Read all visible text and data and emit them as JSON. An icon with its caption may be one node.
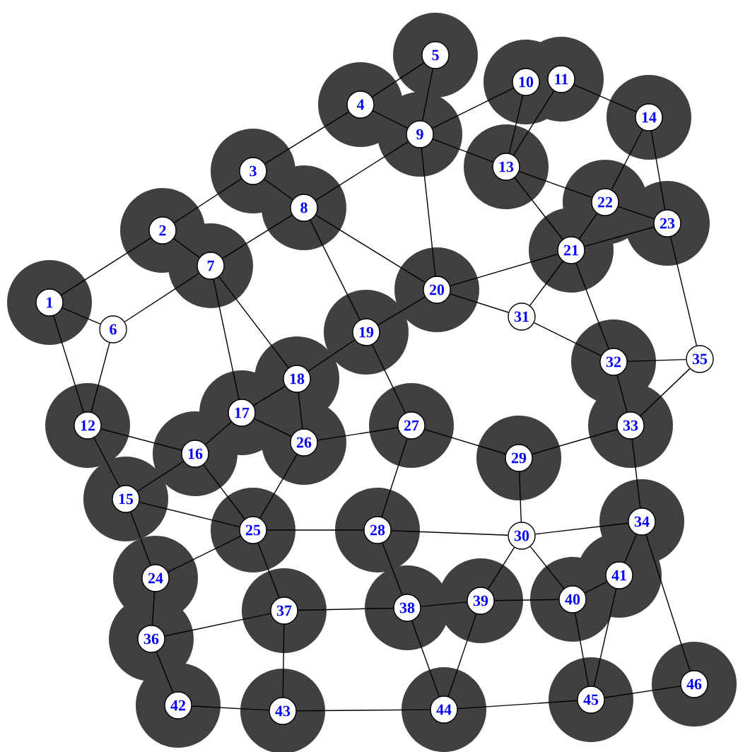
{
  "diagram": {
    "nodes": [
      {
        "text": [
          "1"
        ]
      },
      {
        "text": [
          "2"
        ]
      },
      {
        "text": [
          "3"
        ]
      },
      {
        "text": [
          "4"
        ]
      },
      {
        "text": [
          "5"
        ]
      },
      {
        "text": [
          "6"
        ]
      },
      {
        "text": [
          "7"
        ]
      },
      {
        "text": [
          "8"
        ]
      },
      {
        "text": [
          "9"
        ]
      },
      {
        "text": [
          "10"
        ]
      },
      {
        "text": [
          "11"
        ]
      },
      {
        "text": [
          "12"
        ]
      },
      {
        "text": [
          "13"
        ]
      },
      {
        "text": [
          "14"
        ]
      },
      {
        "text": [
          "15"
        ]
      },
      {
        "text": [
          "16"
        ]
      },
      {
        "text": [
          "17"
        ]
      },
      {
        "text": [
          "18"
        ]
      },
      {
        "text": [
          "19"
        ]
      },
      {
        "text": [
          "20"
        ]
      },
      {
        "text": [
          "21"
        ]
      },
      {
        "text": [
          "22"
        ]
      },
      {
        "text": [
          "23"
        ]
      },
      {
        "text": [
          "24"
        ]
      },
      {
        "text": [
          "25"
        ]
      },
      {
        "text": [
          "26"
        ]
      },
      {
        "text": [
          "27"
        ]
      },
      {
        "text": [
          "28"
        ]
      },
      {
        "text": [
          "29"
        ]
      },
      {
        "text": [
          "30"
        ]
      },
      {
        "text": [
          "31"
        ]
      },
      {
        "text": [
          "32"
        ]
      },
      {
        "text": [
          "33"
        ]
      },
      {
        "text": [
          "34"
        ]
      },
      {
        "text": [
          "35"
        ]
      },
      {
        "text": [
          "36"
        ]
      },
      {
        "text": [
          "37"
        ]
      },
      {
        "text": [
          "38"
        ]
      },
      {
        "text": [
          "39"
        ]
      },
      {
        "text": [
          "40"
        ]
      },
      {
        "text": [
          "41"
        ]
      },
      {
        "text": [
          "42"
        ]
      },
      {
        "text": [
          "43"
        ]
      },
      {
        "text": [
          "44"
        ]
      },
      {
        "text": [
          "45"
        ]
      },
      {
        "text": [
          "46"
        ]
      }
    ],
    "edges": [
      {
        "from": 0,
        "to": 1,
        "arrow": "none"
      },
      {
        "from": 1,
        "to": 2,
        "arrow": "none"
      },
      {
        "from": 2,
        "to": 3,
        "arrow": "none"
      },
      {
        "from": 3,
        "to": 4,
        "arrow": "none"
      },
      {
        "from": 3,
        "to": 8,
        "arrow": "none"
      },
      {
        "from": 4,
        "to": 8,
        "arrow": "none"
      },
      {
        "from": 2,
        "to": 7,
        "arrow": "none"
      },
      {
        "from": 1,
        "to": 6,
        "arrow": "none"
      },
      {
        "from": 6,
        "to": 7,
        "arrow": "none"
      },
      {
        "from": 7,
        "to": 8,
        "arrow": "none"
      },
      {
        "from": 8,
        "to": 9,
        "arrow": "none"
      },
      {
        "from": 8,
        "to": 12,
        "arrow": "none"
      },
      {
        "from": 8,
        "to": 19,
        "arrow": "none"
      },
      {
        "from": 9,
        "to": 12,
        "arrow": "none"
      },
      {
        "from": 10,
        "to": 12,
        "arrow": "none"
      },
      {
        "from": 10,
        "to": 13,
        "arrow": "none"
      },
      {
        "from": 12,
        "to": 21,
        "arrow": "none"
      },
      {
        "from": 12,
        "to": 20,
        "arrow": "none"
      },
      {
        "from": 13,
        "to": 21,
        "arrow": "none"
      },
      {
        "from": 13,
        "to": 22,
        "arrow": "none"
      },
      {
        "from": 21,
        "to": 22,
        "arrow": "none"
      },
      {
        "from": 21,
        "to": 20,
        "arrow": "none"
      },
      {
        "from": 20,
        "to": 22,
        "arrow": "none"
      },
      {
        "from": 19,
        "to": 20,
        "arrow": "none"
      },
      {
        "from": 20,
        "to": 30,
        "arrow": "none"
      },
      {
        "from": 20,
        "to": 31,
        "arrow": "none"
      },
      {
        "from": 19,
        "to": 30,
        "arrow": "none"
      },
      {
        "from": 30,
        "to": 31,
        "arrow": "none"
      },
      {
        "from": 22,
        "to": 34,
        "arrow": "none"
      },
      {
        "from": 31,
        "to": 34,
        "arrow": "none"
      },
      {
        "from": 31,
        "to": 32,
        "arrow": "none"
      },
      {
        "from": 32,
        "to": 34,
        "arrow": "none"
      },
      {
        "from": 7,
        "to": 19,
        "arrow": "none"
      },
      {
        "from": 7,
        "to": 18,
        "arrow": "none"
      },
      {
        "from": 18,
        "to": 19,
        "arrow": "none"
      },
      {
        "from": 18,
        "to": 17,
        "arrow": "none"
      },
      {
        "from": 0,
        "to": 5,
        "arrow": "none"
      },
      {
        "from": 5,
        "to": 6,
        "arrow": "none"
      },
      {
        "from": 0,
        "to": 11,
        "arrow": "none"
      },
      {
        "from": 5,
        "to": 11,
        "arrow": "none"
      },
      {
        "from": 6,
        "to": 16,
        "arrow": "none"
      },
      {
        "from": 6,
        "to": 17,
        "arrow": "none"
      },
      {
        "from": 11,
        "to": 15,
        "arrow": "none"
      },
      {
        "from": 11,
        "to": 14,
        "arrow": "none"
      },
      {
        "from": 14,
        "to": 15,
        "arrow": "none"
      },
      {
        "from": 15,
        "to": 16,
        "arrow": "none"
      },
      {
        "from": 16,
        "to": 17,
        "arrow": "none"
      },
      {
        "from": 17,
        "to": 25,
        "arrow": "none"
      },
      {
        "from": 16,
        "to": 25,
        "arrow": "none"
      },
      {
        "from": 25,
        "to": 26,
        "arrow": "none"
      },
      {
        "from": 18,
        "to": 26,
        "arrow": "none"
      },
      {
        "from": 15,
        "to": 24,
        "arrow": "none"
      },
      {
        "from": 14,
        "to": 24,
        "arrow": "none"
      },
      {
        "from": 25,
        "to": 24,
        "arrow": "none"
      },
      {
        "from": 24,
        "to": 27,
        "arrow": "none"
      },
      {
        "from": 24,
        "to": 23,
        "arrow": "none"
      },
      {
        "from": 14,
        "to": 23,
        "arrow": "none"
      },
      {
        "from": 24,
        "to": 36,
        "arrow": "none"
      },
      {
        "from": 23,
        "to": 35,
        "arrow": "none"
      },
      {
        "from": 35,
        "to": 36,
        "arrow": "none"
      },
      {
        "from": 35,
        "to": 41,
        "arrow": "none"
      },
      {
        "from": 41,
        "to": 42,
        "arrow": "none"
      },
      {
        "from": 36,
        "to": 42,
        "arrow": "none"
      },
      {
        "from": 42,
        "to": 43,
        "arrow": "none"
      },
      {
        "from": 36,
        "to": 37,
        "arrow": "none"
      },
      {
        "from": 37,
        "to": 38,
        "arrow": "none"
      },
      {
        "from": 38,
        "to": 39,
        "arrow": "none"
      },
      {
        "from": 26,
        "to": 27,
        "arrow": "none"
      },
      {
        "from": 26,
        "to": 28,
        "arrow": "none"
      },
      {
        "from": 28,
        "to": 32,
        "arrow": "none"
      },
      {
        "from": 28,
        "to": 29,
        "arrow": "none"
      },
      {
        "from": 27,
        "to": 29,
        "arrow": "none"
      },
      {
        "from": 29,
        "to": 33,
        "arrow": "none"
      },
      {
        "from": 29,
        "to": 38,
        "arrow": "none"
      },
      {
        "from": 29,
        "to": 39,
        "arrow": "none"
      },
      {
        "from": 27,
        "to": 37,
        "arrow": "none"
      },
      {
        "from": 37,
        "to": 43,
        "arrow": "none"
      },
      {
        "from": 38,
        "to": 43,
        "arrow": "none"
      },
      {
        "from": 43,
        "to": 44,
        "arrow": "none"
      },
      {
        "from": 39,
        "to": 40,
        "arrow": "none"
      },
      {
        "from": 39,
        "to": 44,
        "arrow": "none"
      },
      {
        "from": 40,
        "to": 44,
        "arrow": "none"
      },
      {
        "from": 33,
        "to": 40,
        "arrow": "none"
      },
      {
        "from": 33,
        "to": 45,
        "arrow": "none"
      },
      {
        "from": 44,
        "to": 45,
        "arrow": "none"
      },
      {
        "from": 32,
        "to": 33,
        "arrow": "none"
      }
    ]
  }
}
